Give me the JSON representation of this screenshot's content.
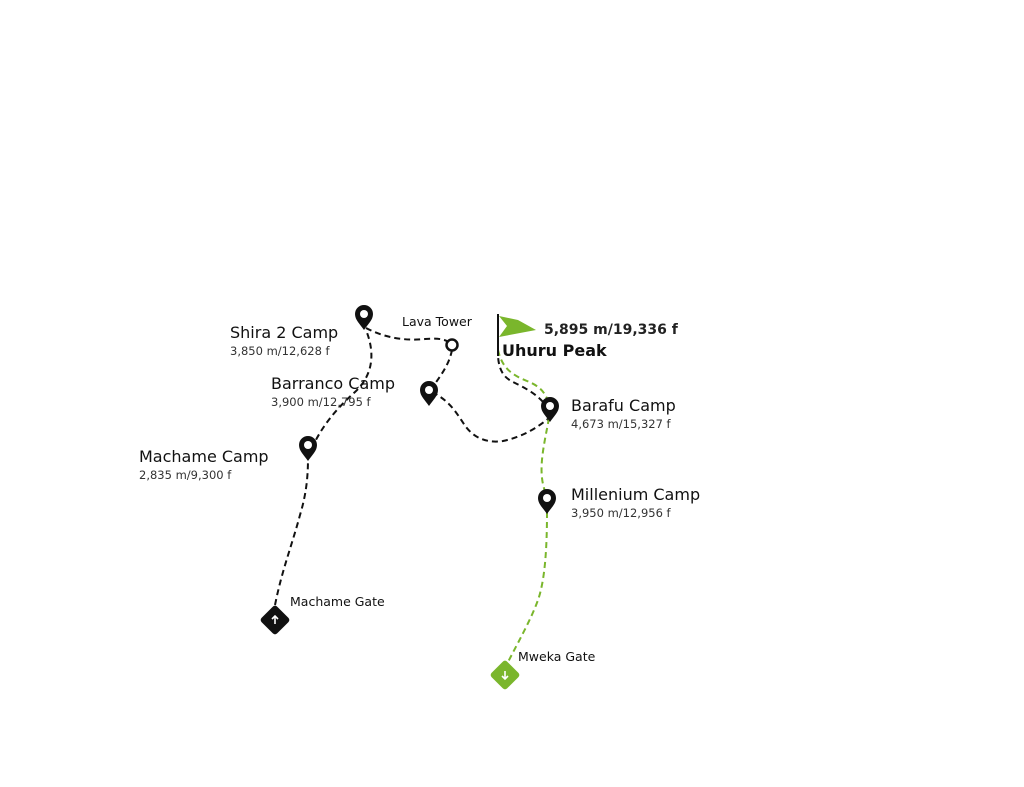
{
  "map": {
    "colors": {
      "ascent": "#111111",
      "descent": "#7ab62c",
      "flag": "#7ab62c"
    },
    "summit": {
      "name": "Uhuru Peak",
      "elevation": "5,895 m/19,336 f",
      "icon": "flag-icon"
    },
    "gates": {
      "start": {
        "name": "Machame Gate",
        "icon": "arrow-up-icon"
      },
      "end": {
        "name": "Mweka Gate",
        "icon": "arrow-down-icon"
      }
    },
    "camps": {
      "machame": {
        "name": "Machame Camp",
        "elevation": "2,835 m/9,300 f"
      },
      "shira": {
        "name": "Shira 2 Camp",
        "elevation": "3,850 m/12,628 f"
      },
      "lava": {
        "name": "Lava Tower"
      },
      "barranco": {
        "name": "Barranco Camp",
        "elevation": "3,900 m/12,795 f"
      },
      "barafu": {
        "name": "Barafu Camp",
        "elevation": "4,673 m/15,327 f"
      },
      "millenium": {
        "name": "Millenium Camp",
        "elevation": "3,950 m/12,956 f"
      }
    },
    "marker_icon": "map-pin-icon"
  }
}
